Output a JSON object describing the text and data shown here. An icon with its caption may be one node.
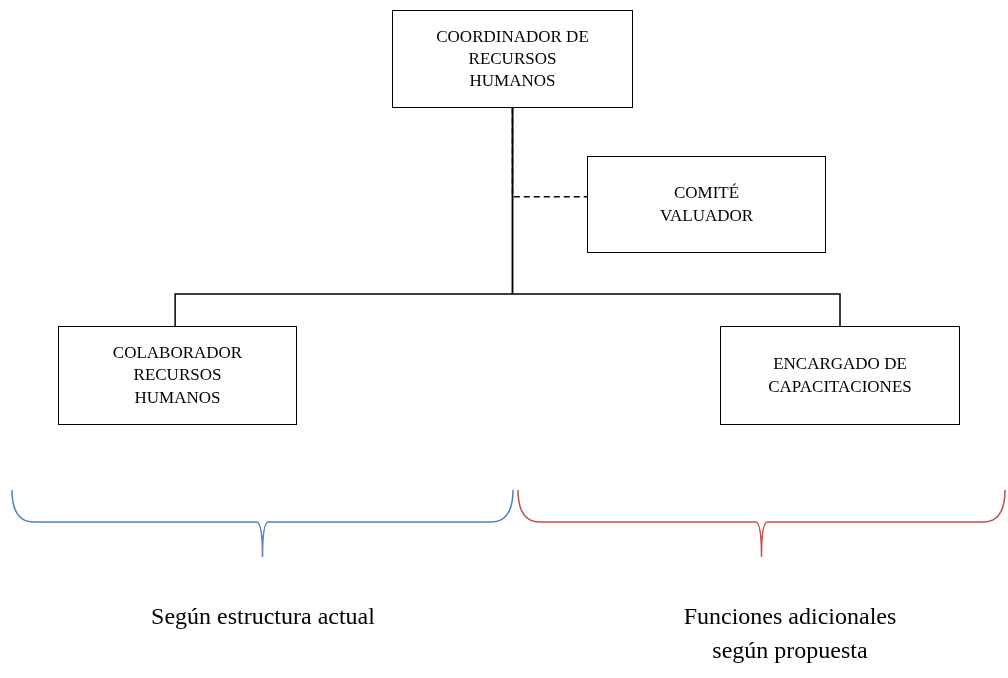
{
  "diagram": {
    "nodes": [
      {
        "text": [
          "COORDINADOR DE RECURSOS HUMANOS"
        ]
      },
      {
        "text": [
          "COMITÉ VALUADOR"
        ]
      },
      {
        "text": [
          "COLABORADOR RECURSOS HUMANOS"
        ]
      },
      {
        "text": [
          "ENCARGADO DE CAPACITACIONES"
        ]
      }
    ],
    "edges": [
      {
        "from": 0,
        "to": 2,
        "arrow": "none"
      },
      {
        "from": 0,
        "to": 3,
        "arrow": "none"
      },
      {
        "from": 0,
        "to": 1,
        "arrow": "none",
        "style": "dashed"
      }
    ],
    "labels": [
      "Según estructura actual",
      "Funciones adicionales según propuesta"
    ]
  }
}
